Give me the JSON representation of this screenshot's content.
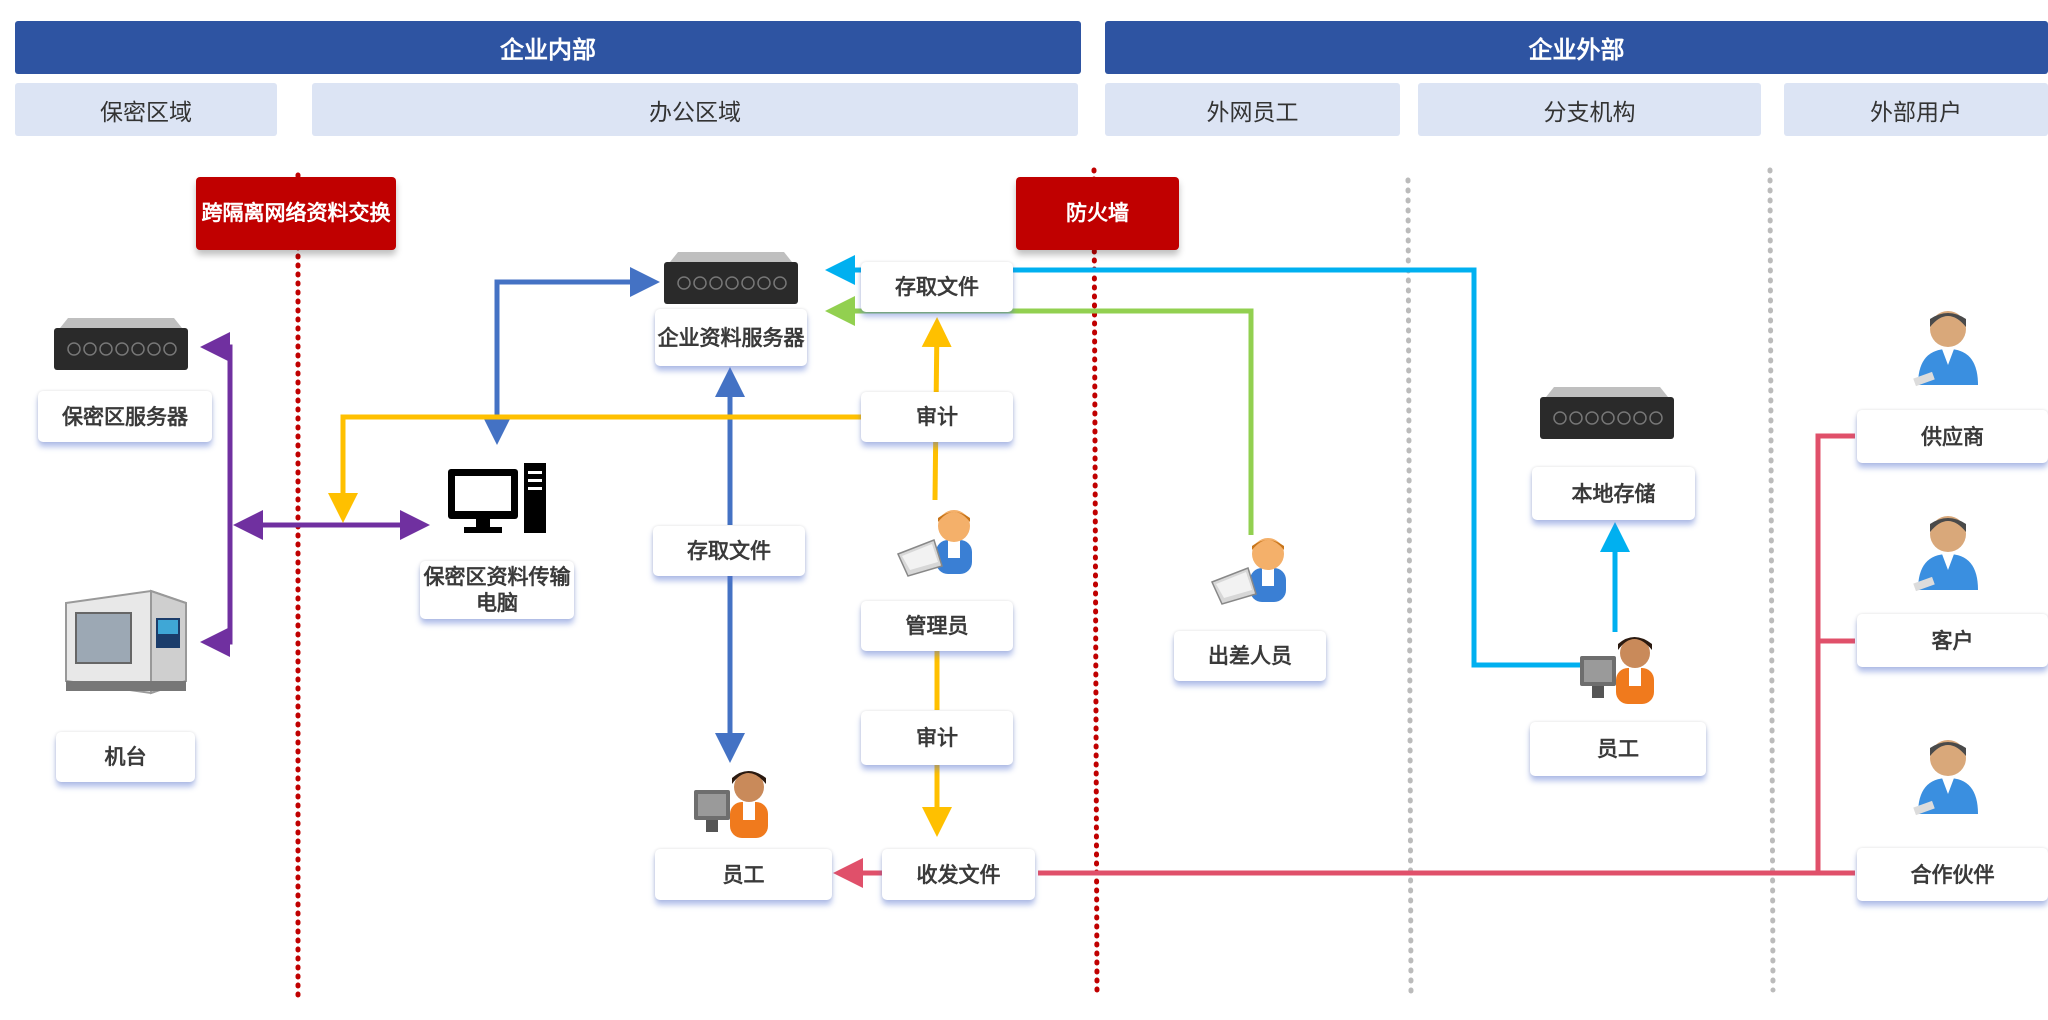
{
  "headers": {
    "internal": "企业内部",
    "external": "企业外部"
  },
  "zones": {
    "secure": "保密区域",
    "office": "办公区域",
    "remote": "外网员工",
    "branch": "分支机构",
    "external_users": "外部用户"
  },
  "barriers": {
    "isolation": "跨隔离网络资料交换",
    "firewall": "防火墙"
  },
  "nodes": {
    "secure_server": "保密区服务器",
    "machine": "机台",
    "transfer_pc": "保密区资料传输电脑",
    "enterprise_server": "企业资料服务器",
    "access_files_top": "存取文件",
    "audit_top": "审计",
    "access_files_mid": "存取文件",
    "admin": "管理员",
    "audit_bottom": "审计",
    "send_receive": "收发文件",
    "employee_office": "员工",
    "travel_staff": "出差人员",
    "local_storage": "本地存储",
    "employee_branch": "员工",
    "supplier": "供应商",
    "customer": "客户",
    "partner": "合作伙伴"
  },
  "colors": {
    "header": "#2e54a2",
    "zone": "#dce4f4",
    "barrier": "#c00000",
    "purple": "#7030a0",
    "blue": "#4472c4",
    "yellow": "#ffc000",
    "cyan": "#00b0f0",
    "green": "#92d050",
    "pink": "#e0506a"
  }
}
